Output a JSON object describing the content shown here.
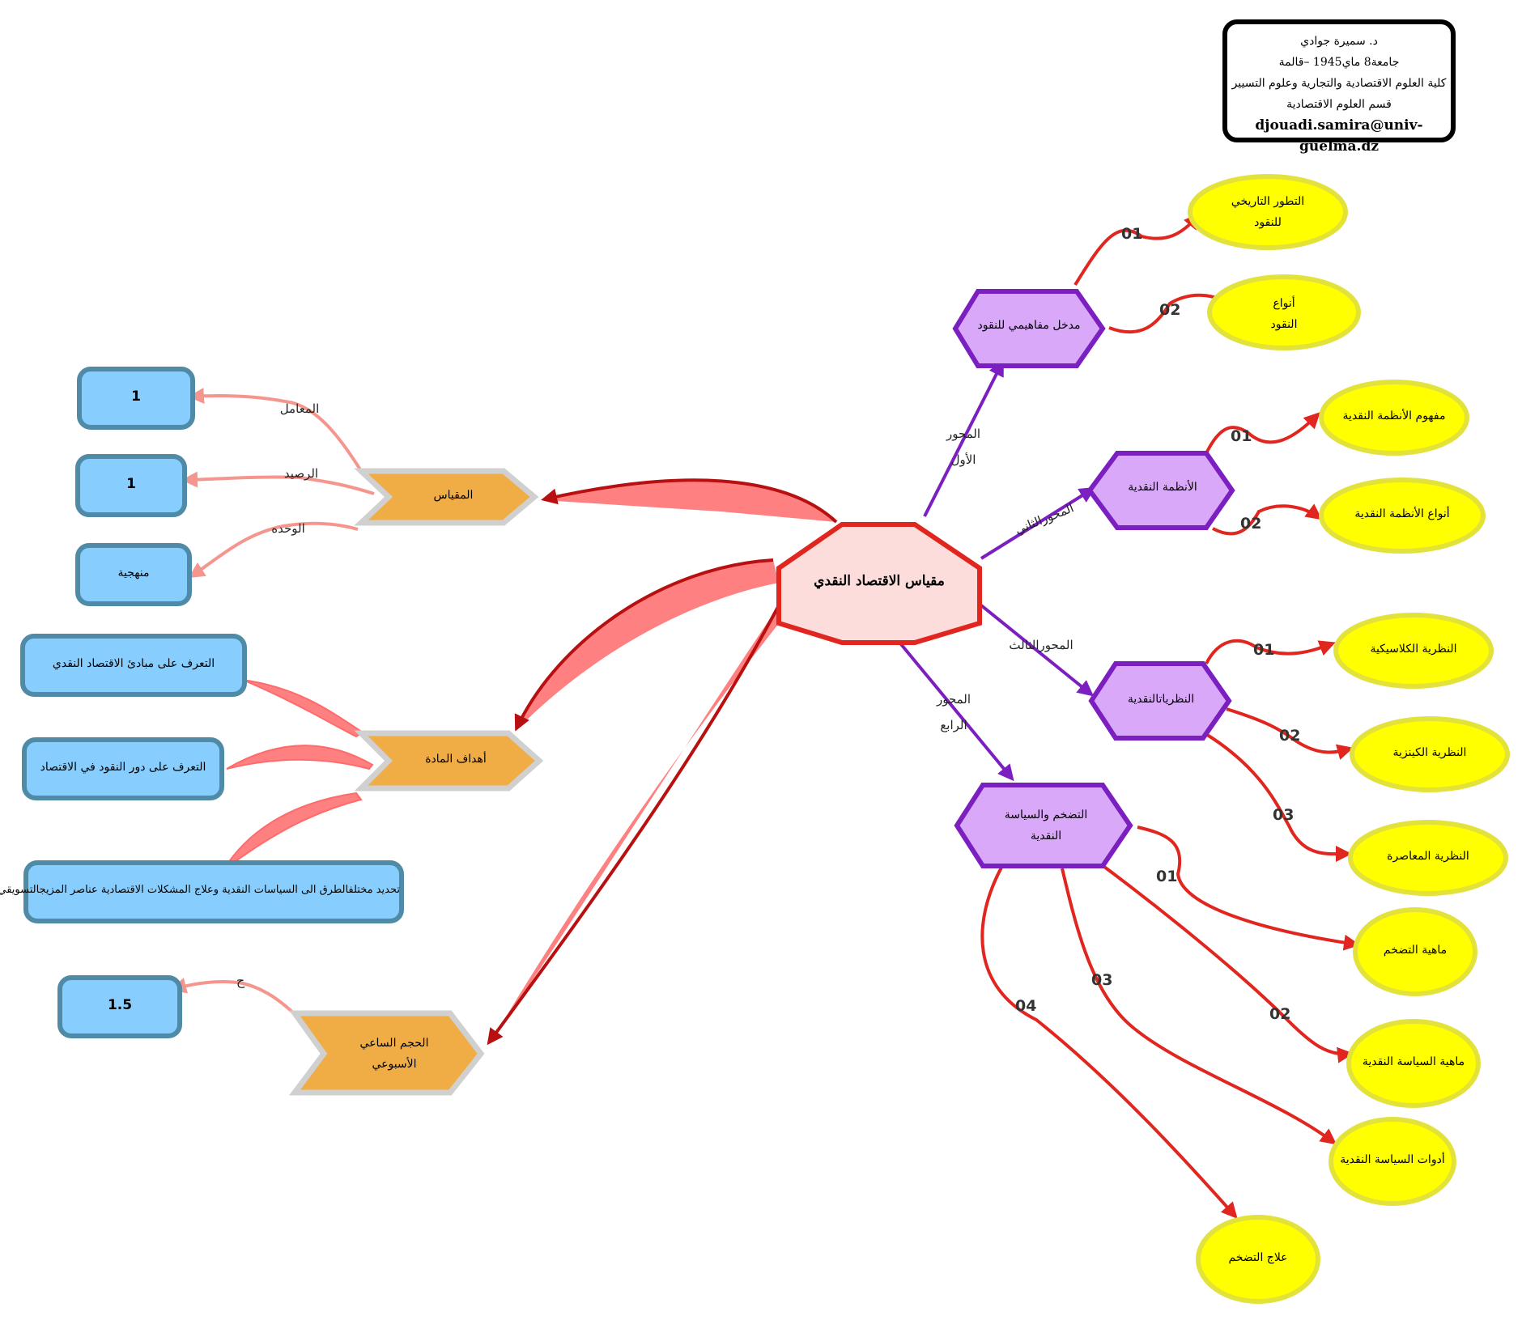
{
  "info": {
    "line1": "د. سميرة جوادي",
    "line2": "جامعة8 ماي1945 –قالمة",
    "line3": "كلية العلوم الاقتصادية والتجارية وعلوم التسيير",
    "line4": "قسم العلوم الاقتصادية",
    "email": "djouadi.samira@univ-guelma.dz"
  },
  "center": {
    "label": "مقياس الاقتصاد النقدي"
  },
  "axes": [
    {
      "edge_label_1": "المحور",
      "edge_label_2": "الأول",
      "label": "مدخل مفاهيمي للنقود",
      "items": [
        {
          "num": "01",
          "line1": "التطور التاريخي",
          "line2": "للنقود"
        },
        {
          "num": "02",
          "line1": "أنواع",
          "line2": "النقود"
        }
      ]
    },
    {
      "edge_label_1": "المحورالثاني",
      "label": "الأنظمة النقدية",
      "items": [
        {
          "num": "01",
          "text": "مفهوم الأنظمة النقدية"
        },
        {
          "num": "02",
          "text": "أنواع الأنظمة النقدية"
        }
      ]
    },
    {
      "edge_label_1": "المحورالثالث",
      "label": "النظرياتالنقدية",
      "items": [
        {
          "num": "01",
          "text": "النظرية الكلاسيكية"
        },
        {
          "num": "02",
          "text": "النظرية الكينزية"
        },
        {
          "num": "03",
          "text": "النظرية المعاصرة"
        }
      ]
    },
    {
      "edge_label_1": "المحور",
      "edge_label_2": "الرابع",
      "line1": "التضخم والسياسة",
      "line2": "النقدية",
      "items": [
        {
          "num": "01",
          "text": "ماهية التضخم"
        },
        {
          "num": "02",
          "text": "ماهية السياسة النقدية"
        },
        {
          "num": "03",
          "text": "أدوات السياسة النقدية"
        },
        {
          "num": "04",
          "text": "علاج التضخم"
        }
      ]
    }
  ],
  "left": {
    "module": {
      "label": "المقياس",
      "attrs": [
        {
          "edge": "المعامل",
          "value": "1"
        },
        {
          "edge": "الرصيد",
          "value": "1"
        },
        {
          "edge": "الوحده",
          "value": "منهجية"
        }
      ]
    },
    "goals": {
      "label": "أهداف المادة",
      "items": [
        "التعرف على مبادئ الاقتصاد النقدي",
        "التعرف على دور النقود في الاقتصاد",
        "تحديد مختلفالطرق الى السياسات النقدية وعلاج المشكلات الاقتصادية عناصر المزيجالتسويقي"
      ]
    },
    "hours": {
      "line1": "الحجم الساعي",
      "line2": "الأسبوعي",
      "edge": "ح ",
      "value": "1.5"
    }
  },
  "colors": {
    "center_fill": "#fddcdc",
    "center_stroke": "#e0261e",
    "hex_fill": "#d9a8f8",
    "hex_stroke": "#7b1fc0",
    "ellipse_fill": "#ffff00",
    "ellipse_stroke": "#e2e23a",
    "rect_fill": "#87cefe",
    "rect_stroke": "#4f8ba6",
    "arrow_shape_fill": "#f0ad45",
    "red_arrow": "#e0261e",
    "pink_arrow": "#f5968e"
  }
}
